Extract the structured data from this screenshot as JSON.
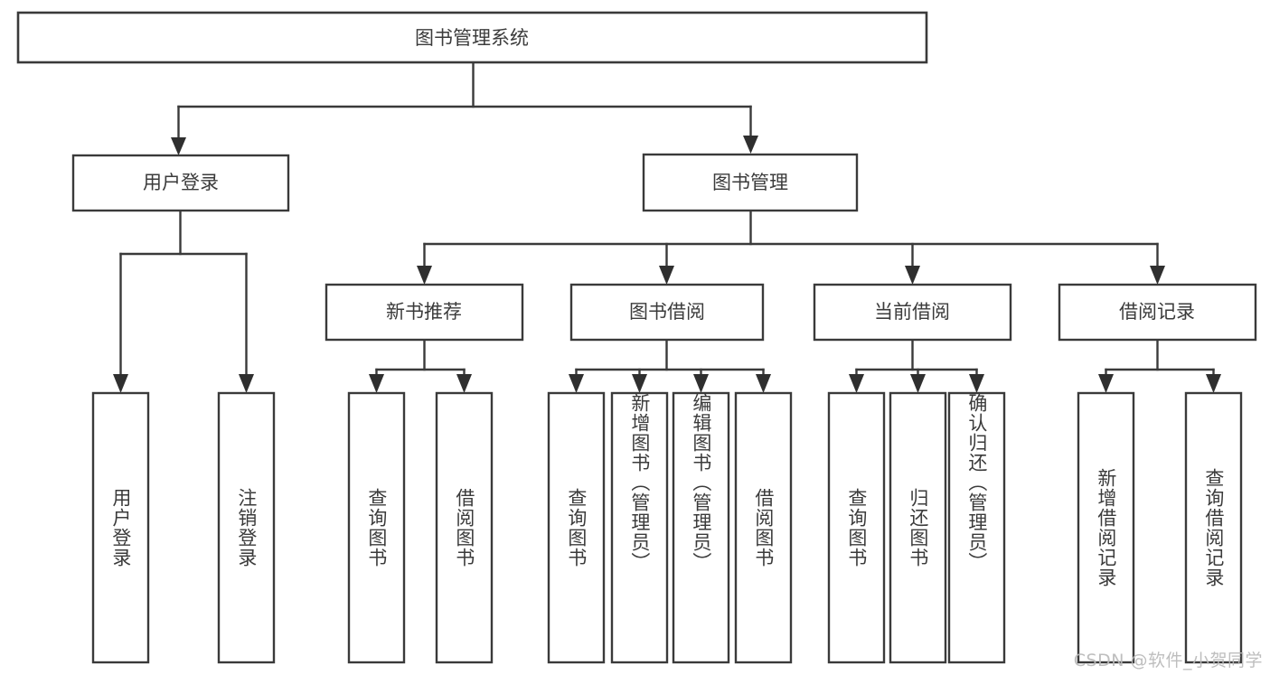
{
  "diagram": {
    "type": "tree",
    "title": "图书管理系统",
    "root": {
      "label": "图书管理系统"
    },
    "level1": [
      {
        "label": "用户登录"
      },
      {
        "label": "图书管理"
      }
    ],
    "level2": [
      {
        "label": "新书推荐"
      },
      {
        "label": "图书借阅"
      },
      {
        "label": "当前借阅"
      },
      {
        "label": "借阅记录"
      }
    ],
    "leaves": {
      "user_login": [
        {
          "label": "用户登录"
        },
        {
          "label": "注销登录"
        }
      ],
      "new_book_recommend": [
        {
          "label": "查询图书"
        },
        {
          "label": "借阅图书"
        }
      ],
      "book_borrow": [
        {
          "label": "查询图书"
        },
        {
          "label": "新增图书（管理员）"
        },
        {
          "label": "编辑图书（管理员）"
        },
        {
          "label": "借阅图书"
        }
      ],
      "current_borrow": [
        {
          "label": "查询图书"
        },
        {
          "label": "归还图书"
        },
        {
          "label": "确认归还（管理员）"
        }
      ],
      "borrow_record": [
        {
          "label": "新增借阅记录"
        },
        {
          "label": "查询借阅记录"
        }
      ]
    }
  },
  "watermark": {
    "text": "CSDN @软件_小贺同学"
  },
  "colors": {
    "box_stroke": "#3a3a3a",
    "text": "#3b3b3b",
    "background": "#ffffff",
    "watermark": "#b9b9b9"
  }
}
